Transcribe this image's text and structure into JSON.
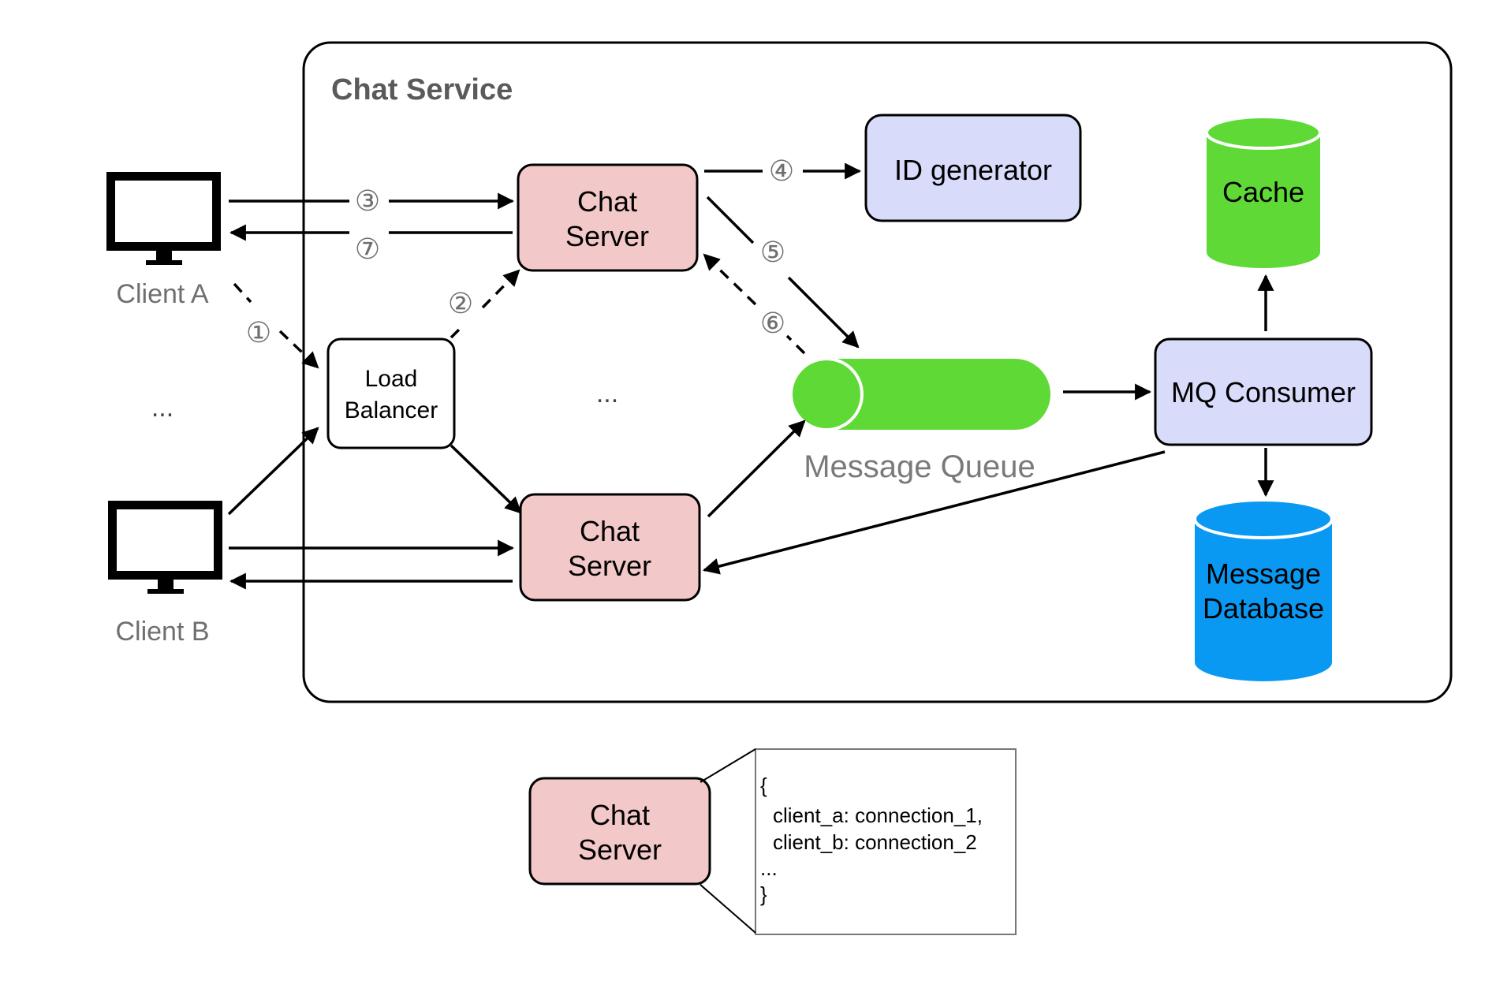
{
  "service_title": "Chat Service",
  "clients": {
    "a": "Client A",
    "b": "Client B",
    "ellipsis": "..."
  },
  "load_balancer": {
    "line1": "Load",
    "line2": "Balancer"
  },
  "chat_server": {
    "line1": "Chat",
    "line2": "Server"
  },
  "servers_ellipsis": "...",
  "id_generator": "ID generator",
  "message_queue": "Message Queue",
  "mq_consumer": "MQ Consumer",
  "cache": "Cache",
  "message_database": {
    "line1": "Message",
    "line2": "Database"
  },
  "steps": {
    "s1": "①",
    "s2": "②",
    "s3": "③",
    "s4": "④",
    "s5": "⑤",
    "s6": "⑥",
    "s7": "⑦"
  },
  "connection_map": {
    "open": "{",
    "line1": "client_a: connection_1,",
    "line2": "client_b: connection_2",
    "more": "...",
    "close": "}"
  },
  "colors": {
    "chat_server_fill": "#f2c8c8",
    "id_gen_fill": "#d9dbfa",
    "mq_consumer_fill": "#d9dbfa",
    "queue_fill": "#5fd936",
    "cache_fill": "#5fd936",
    "database_fill": "#0a99f2"
  }
}
